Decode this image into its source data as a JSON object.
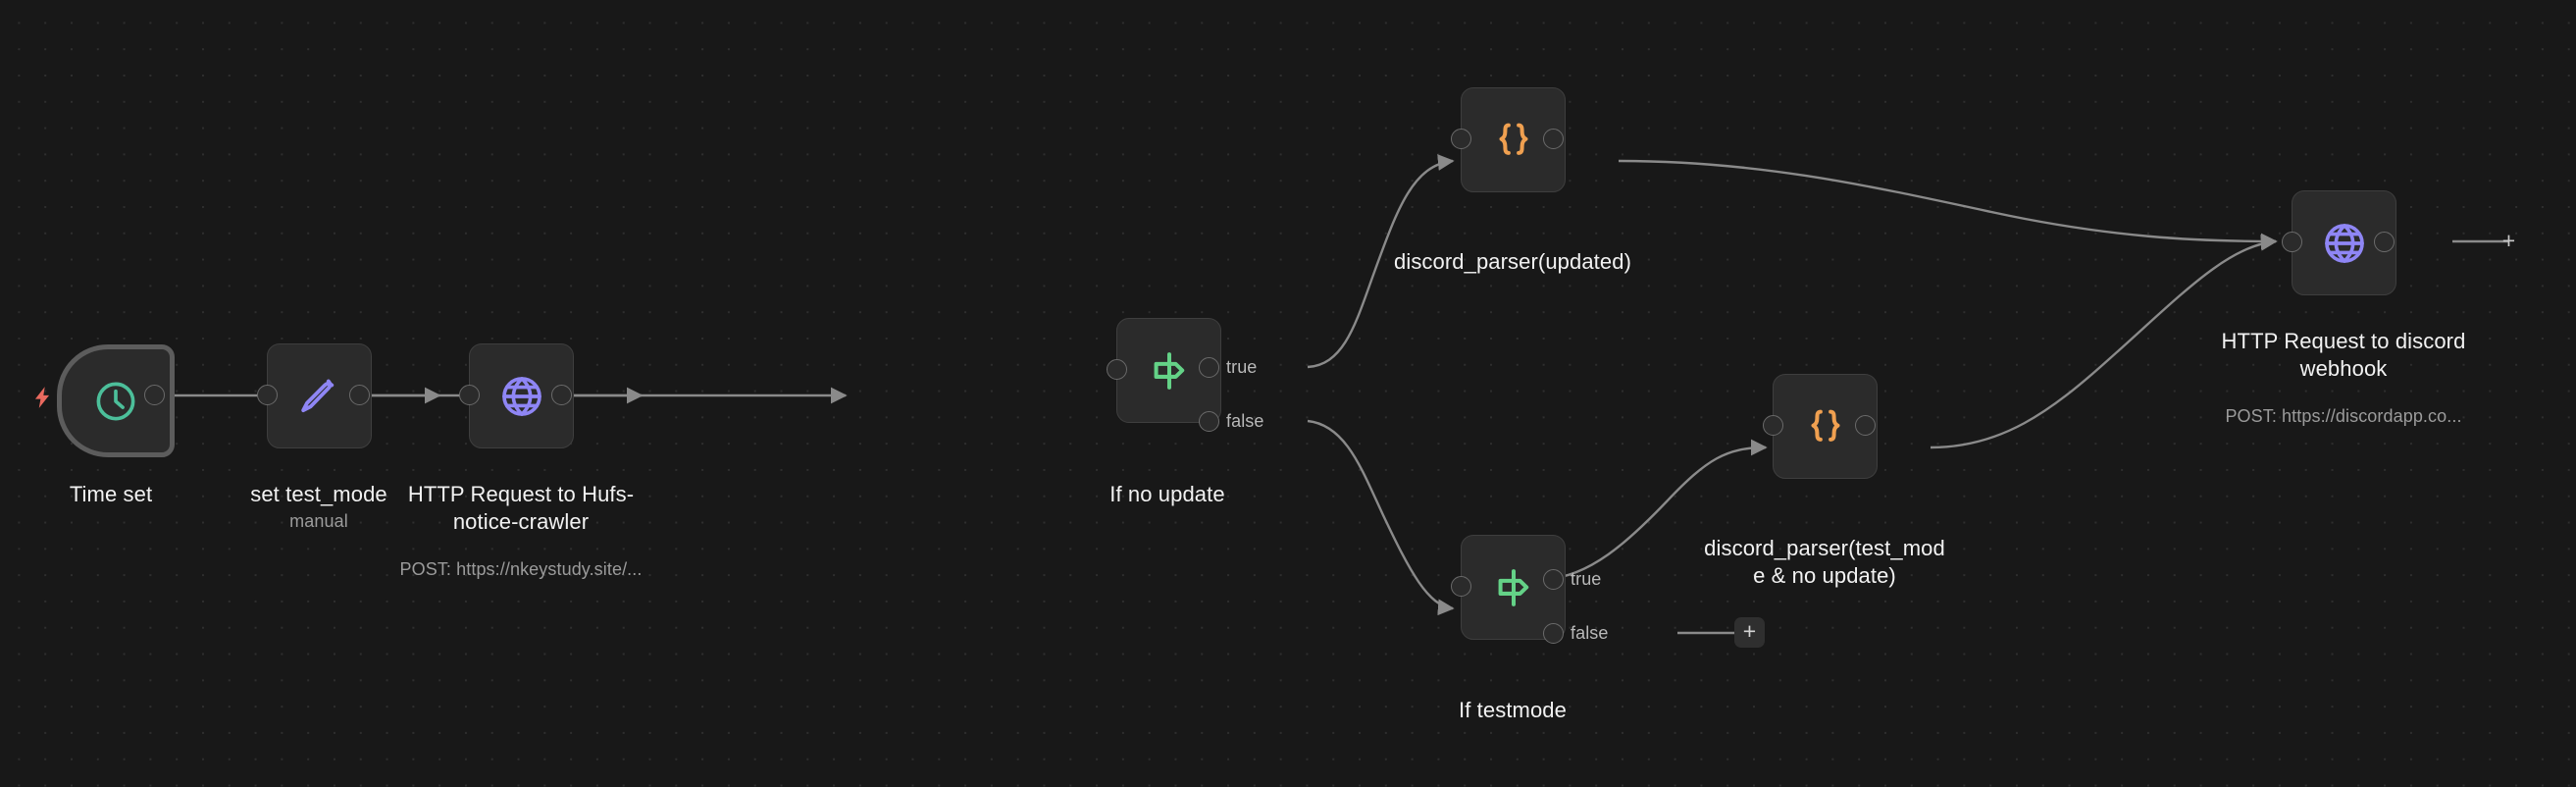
{
  "app": {
    "name": "n8n-workflow-canvas",
    "canvas_background": "#181818",
    "node_background": "#2b2b2b",
    "node_border": "#3e3e3e",
    "edge_color": "#8a8a8a"
  },
  "trigger_indicator": {
    "icon": "lightning-bolt-icon",
    "color": "#ea6a5f"
  },
  "nodes": [
    {
      "id": "time-set",
      "title": "Time set",
      "subtitle": "",
      "icon": "clock-icon",
      "icon_color": "#4cbf9a",
      "type": "trigger"
    },
    {
      "id": "set-test-mode",
      "title": "set test_mode",
      "subtitle": "manual",
      "icon": "pen-icon",
      "icon_color": "#8f86f5",
      "type": "set"
    },
    {
      "id": "http-request-hufs",
      "title": "HTTP Request to Hufs-\nnotice-crawler",
      "subtitle": "POST: https://nkeystudy.site/...",
      "icon": "globe-icon",
      "icon_color": "#8f86f5",
      "type": "http"
    },
    {
      "id": "if-no-update",
      "title": "If no update",
      "subtitle": "",
      "icon": "signpost-icon",
      "icon_color": "#64d287",
      "type": "if",
      "outputs": [
        "true",
        "false"
      ]
    },
    {
      "id": "discord-parser-updated",
      "title": "discord_parser(updated)",
      "subtitle": "",
      "icon": "code-braces-icon",
      "icon_color": "#f0a050",
      "type": "code"
    },
    {
      "id": "if-testmode",
      "title": "If testmode",
      "subtitle": "",
      "icon": "signpost-icon",
      "icon_color": "#64d287",
      "type": "if",
      "outputs": [
        "true",
        "false"
      ]
    },
    {
      "id": "discord-parser-testmode",
      "title": "discord_parser(test_mod\ne & no update)",
      "subtitle": "",
      "icon": "code-braces-icon",
      "icon_color": "#f0a050",
      "type": "code"
    },
    {
      "id": "http-request-discord",
      "title": "HTTP Request to discord\nwebhook",
      "subtitle": "POST: https://discordapp.co...",
      "icon": "globe-icon",
      "icon_color": "#8f86f5",
      "type": "http"
    }
  ],
  "branch_labels": {
    "if_no_update_true": "true",
    "if_no_update_false": "false",
    "if_testmode_true": "true",
    "if_testmode_false": "false"
  },
  "add_buttons": {
    "after_if_testmode_false": "+",
    "after_discord_webhook": "+"
  }
}
